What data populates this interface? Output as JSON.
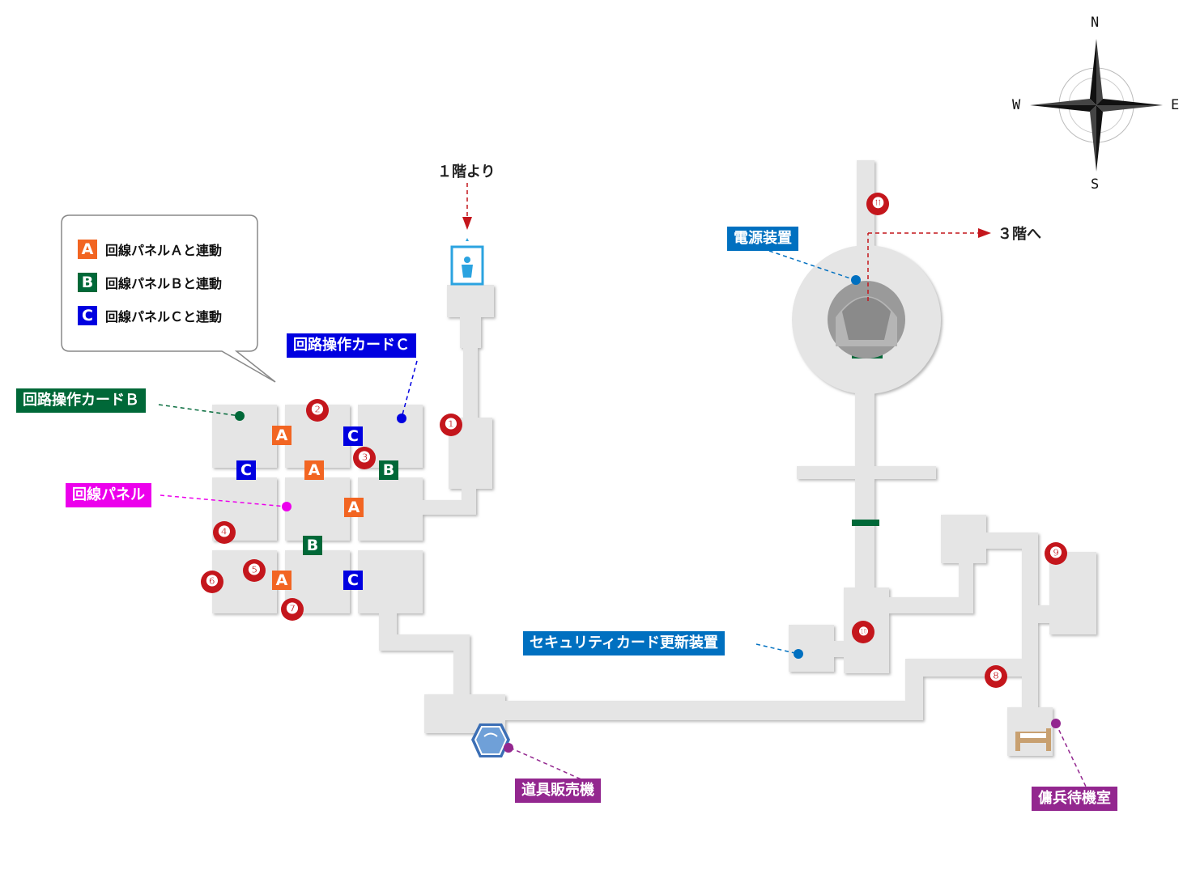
{
  "legend": [
    {
      "key": "A",
      "text": "回線パネルＡと連動",
      "color": "#f26522"
    },
    {
      "key": "B",
      "text": "回線パネルＢと連動",
      "color": "#006838"
    },
    {
      "key": "C",
      "text": "回線パネルＣと連動",
      "color": "#0000e0"
    }
  ],
  "labels": {
    "card_c": "回路操作カードＣ",
    "card_b": "回路操作カードＢ",
    "circuit_panel": "回線パネル",
    "power_device": "電源装置",
    "security_updater": "セキュリティカード更新装置",
    "item_vendor": "道具販売機",
    "merc_room": "傭兵待機室",
    "from_floor1": "１階より",
    "to_floor3": "３階へ"
  },
  "compass": {
    "n": "N",
    "s": "S",
    "e": "E",
    "w": "W"
  },
  "markers": [
    "❶",
    "❷",
    "❸",
    "❹",
    "❺",
    "❻",
    "❼",
    "❽",
    "❾",
    "❿",
    "⓫"
  ],
  "colors": {
    "floor": "#e5e5e5",
    "label_blue": "#0000e0",
    "label_green": "#006838",
    "label_magenta": "#ec00ec",
    "label_cyan": "#0070c0",
    "label_purple": "#93278f",
    "marker_red": "#c4161c"
  }
}
